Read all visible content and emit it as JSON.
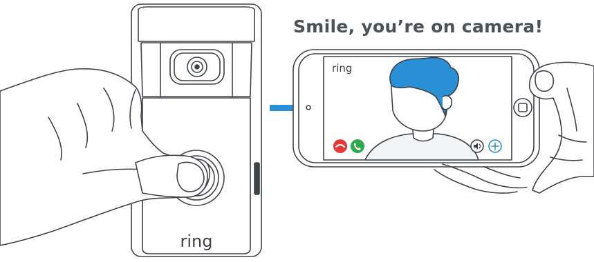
{
  "headline": "Smile, you’re on camera!",
  "doorbell": {
    "brand_label": "ring"
  },
  "phone_screen": {
    "app_logo": "ring",
    "buttons": [
      {
        "name": "decline-call-button",
        "icon": "phone-hangup-icon",
        "color": "#e5383b"
      },
      {
        "name": "accept-call-button",
        "icon": "phone-icon",
        "color": "#2fa84f"
      },
      {
        "name": "mute-audio-button",
        "icon": "speaker-icon",
        "color": "#ffffff"
      },
      {
        "name": "more-options-button",
        "icon": "plus-icon",
        "color": "#ffffff"
      }
    ]
  },
  "colors": {
    "arrow": "#2b8fd6",
    "hair": "#2b8fd6",
    "line": "#3d4248"
  }
}
